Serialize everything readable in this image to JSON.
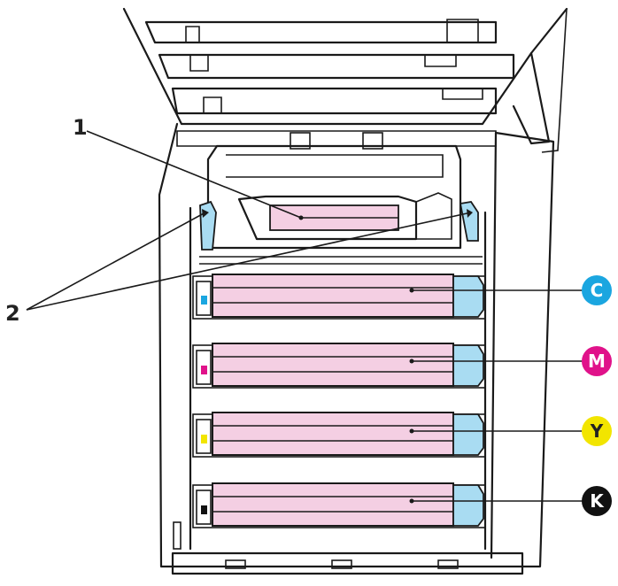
{
  "callouts": {
    "one": "1",
    "two": "2"
  },
  "badges": [
    {
      "label": "C",
      "color": "#1ba6e0",
      "text_color": "#ffffff",
      "name": "cyan"
    },
    {
      "label": "M",
      "color": "#e0128a",
      "text_color": "#ffffff",
      "name": "magenta"
    },
    {
      "label": "Y",
      "color": "#f2e500",
      "text_color": "#222222",
      "name": "yellow"
    },
    {
      "label": "K",
      "color": "#111111",
      "text_color": "#ffffff",
      "name": "black"
    }
  ],
  "colors": {
    "drum_pink": "#f4cfe3",
    "end_cap_blue": "#a9dcf2",
    "outline": "#1a1a1a"
  }
}
